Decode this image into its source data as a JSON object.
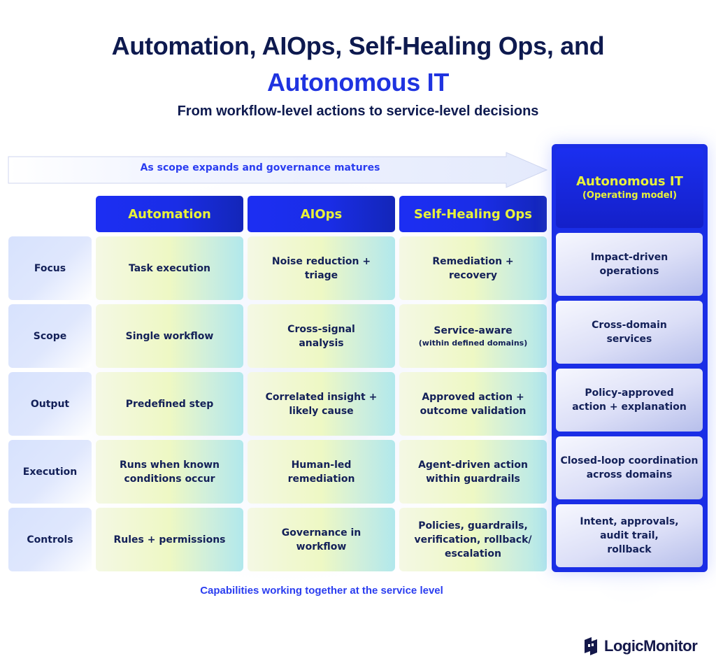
{
  "header": {
    "title_line1": "Automation, AIOps, Self-Healing Ops, and",
    "title_line2": "Autonomous IT",
    "subtitle": "From workflow-level actions to service-level decisions"
  },
  "arrow": {
    "label": "As scope expands and governance matures"
  },
  "columns": [
    {
      "label": "Automation"
    },
    {
      "label": "AIOps"
    },
    {
      "label": "Self-Healing Ops"
    }
  ],
  "autonomous": {
    "title": "Autonomous IT",
    "subtitle": "(Operating model)",
    "cells": [
      "Impact-driven operations",
      "Cross-domain services",
      "Policy-approved action + explanation",
      "Closed-loop coordination across domains",
      "Intent, approvals, audit trail, rollback"
    ]
  },
  "rows": [
    {
      "label": "Focus",
      "cells": [
        {
          "text": "Task execution"
        },
        {
          "text": "Noise reduction + triage"
        },
        {
          "text": "Remediation + recovery"
        }
      ]
    },
    {
      "label": "Scope",
      "cells": [
        {
          "text": "Single workflow"
        },
        {
          "text": "Cross-signal analysis"
        },
        {
          "text": "Service-aware",
          "note": "(within defined domains)"
        }
      ]
    },
    {
      "label": "Output",
      "cells": [
        {
          "text": "Predefined step"
        },
        {
          "text": "Correlated insight + likely cause"
        },
        {
          "text": "Approved action + outcome validation"
        }
      ]
    },
    {
      "label": "Execution",
      "cells": [
        {
          "text": "Runs when known conditions occur"
        },
        {
          "text": "Human-led remediation"
        },
        {
          "text": "Agent-driven action within guardrails"
        }
      ]
    },
    {
      "label": "Controls",
      "cells": [
        {
          "text": "Rules + permissions"
        },
        {
          "text": "Governance in workflow"
        },
        {
          "text": "Policies, guardrails, verification, rollback/ escalation"
        }
      ]
    }
  ],
  "footer": {
    "note": "Capabilities working together at the service level",
    "brand": "LogicMonitor"
  },
  "colors": {
    "navy": "#0e1a4f",
    "accent_blue": "#1f33e0",
    "header_yellow": "#e8f23a"
  }
}
